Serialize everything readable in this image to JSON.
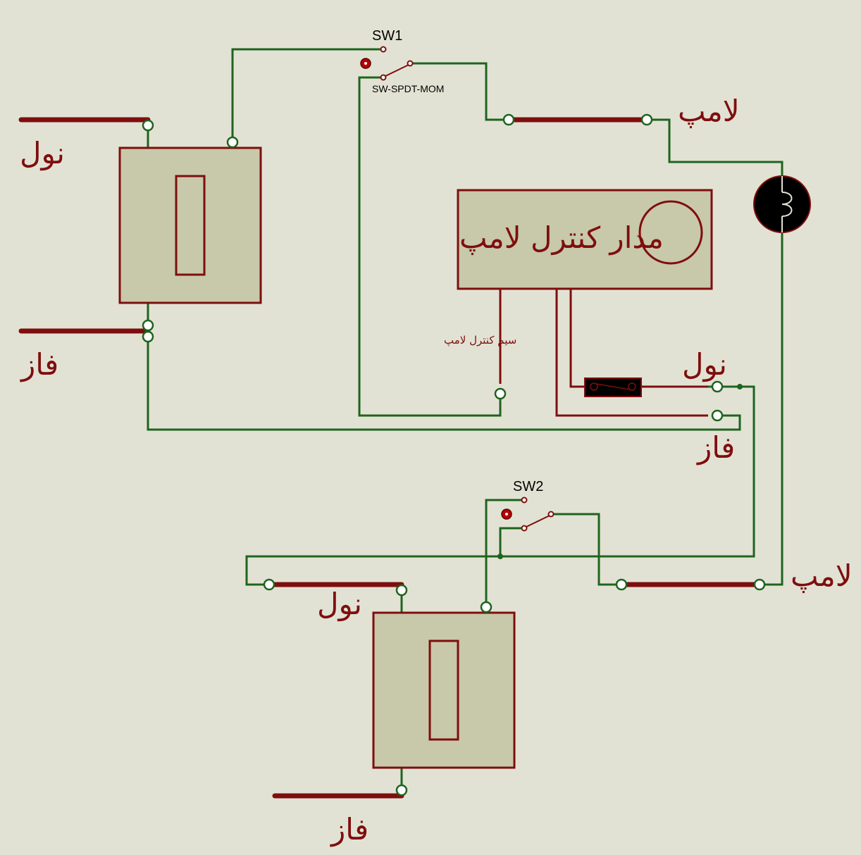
{
  "labels": {
    "top_left_neutral": "نول",
    "top_left_phase": "فاز",
    "lamp_top": "لامپ",
    "lamp_bottom": "لامپ",
    "center_neutral": "نول",
    "center_phase": "فاز",
    "bottom_neutral": "نول",
    "bottom_phase": "فاز",
    "control_box_title": "مدار کنترل لامپ",
    "control_wire": "سیم کنترل لامپ"
  },
  "switches": {
    "sw1": {
      "name": "SW1",
      "type": "SW-SPDT-MOM"
    },
    "sw2": {
      "name": "SW2"
    }
  },
  "colors": {
    "background": "#e2e2d4",
    "wire": "#1e641e",
    "bus": "#7e0e0e",
    "component_fill": "#c8c8aa",
    "label": "#7e0e0e"
  }
}
